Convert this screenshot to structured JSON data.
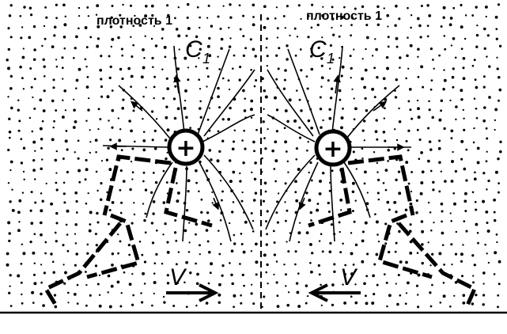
{
  "left": {
    "density_label": "плотность 1",
    "symbol": "C",
    "symbol_sub": "1",
    "charge": "+",
    "velocity": "V"
  },
  "right": {
    "density_label": "плотность 1",
    "symbol": "C",
    "symbol_sub": "1",
    "charge": "+",
    "velocity": "V"
  }
}
